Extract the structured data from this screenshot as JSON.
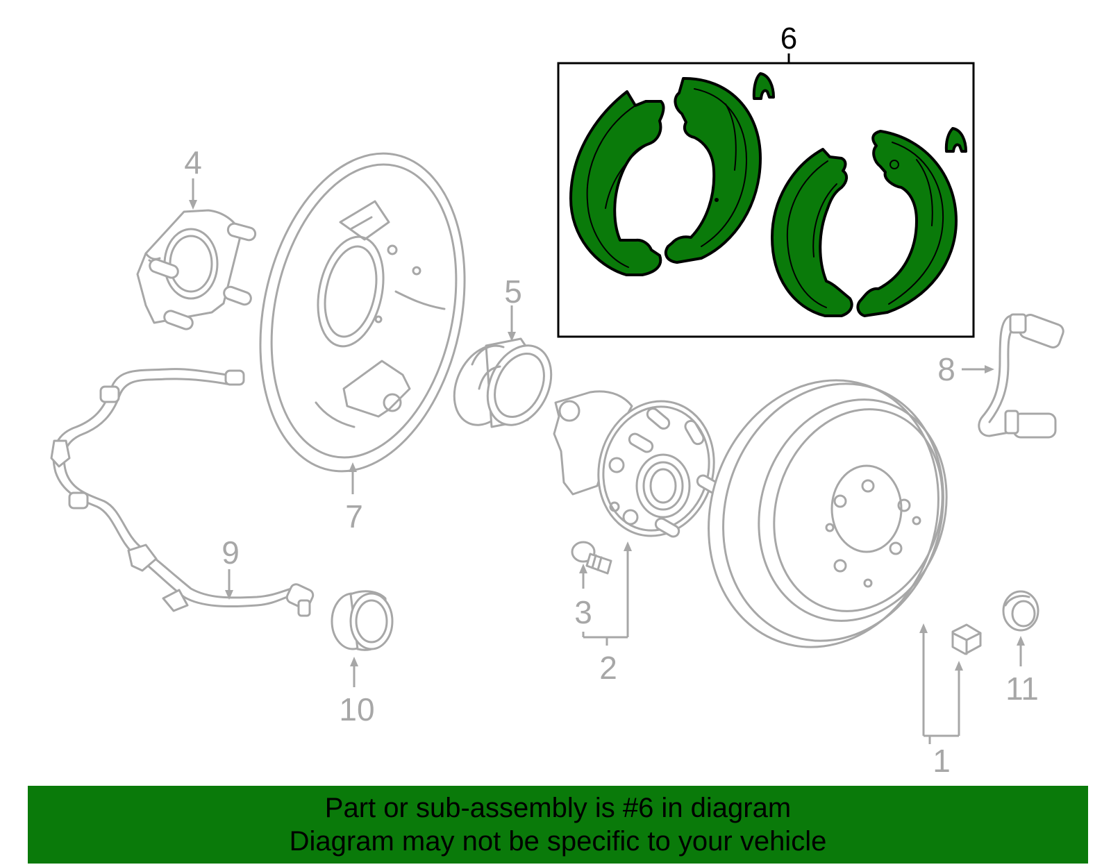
{
  "diagram": {
    "highlighted_part": "6",
    "callouts": [
      "1",
      "2",
      "3",
      "4",
      "5",
      "6",
      "7",
      "8",
      "9",
      "10",
      "11"
    ],
    "colors": {
      "highlight": "#0a7a0a",
      "line_art": "#a7a7a7",
      "highlight_outline": "#000000"
    }
  },
  "banner": {
    "line1": "Part or sub-assembly is #6 in diagram",
    "line2": "Diagram may not be specific to your vehicle",
    "background": "#0a7a0a"
  }
}
